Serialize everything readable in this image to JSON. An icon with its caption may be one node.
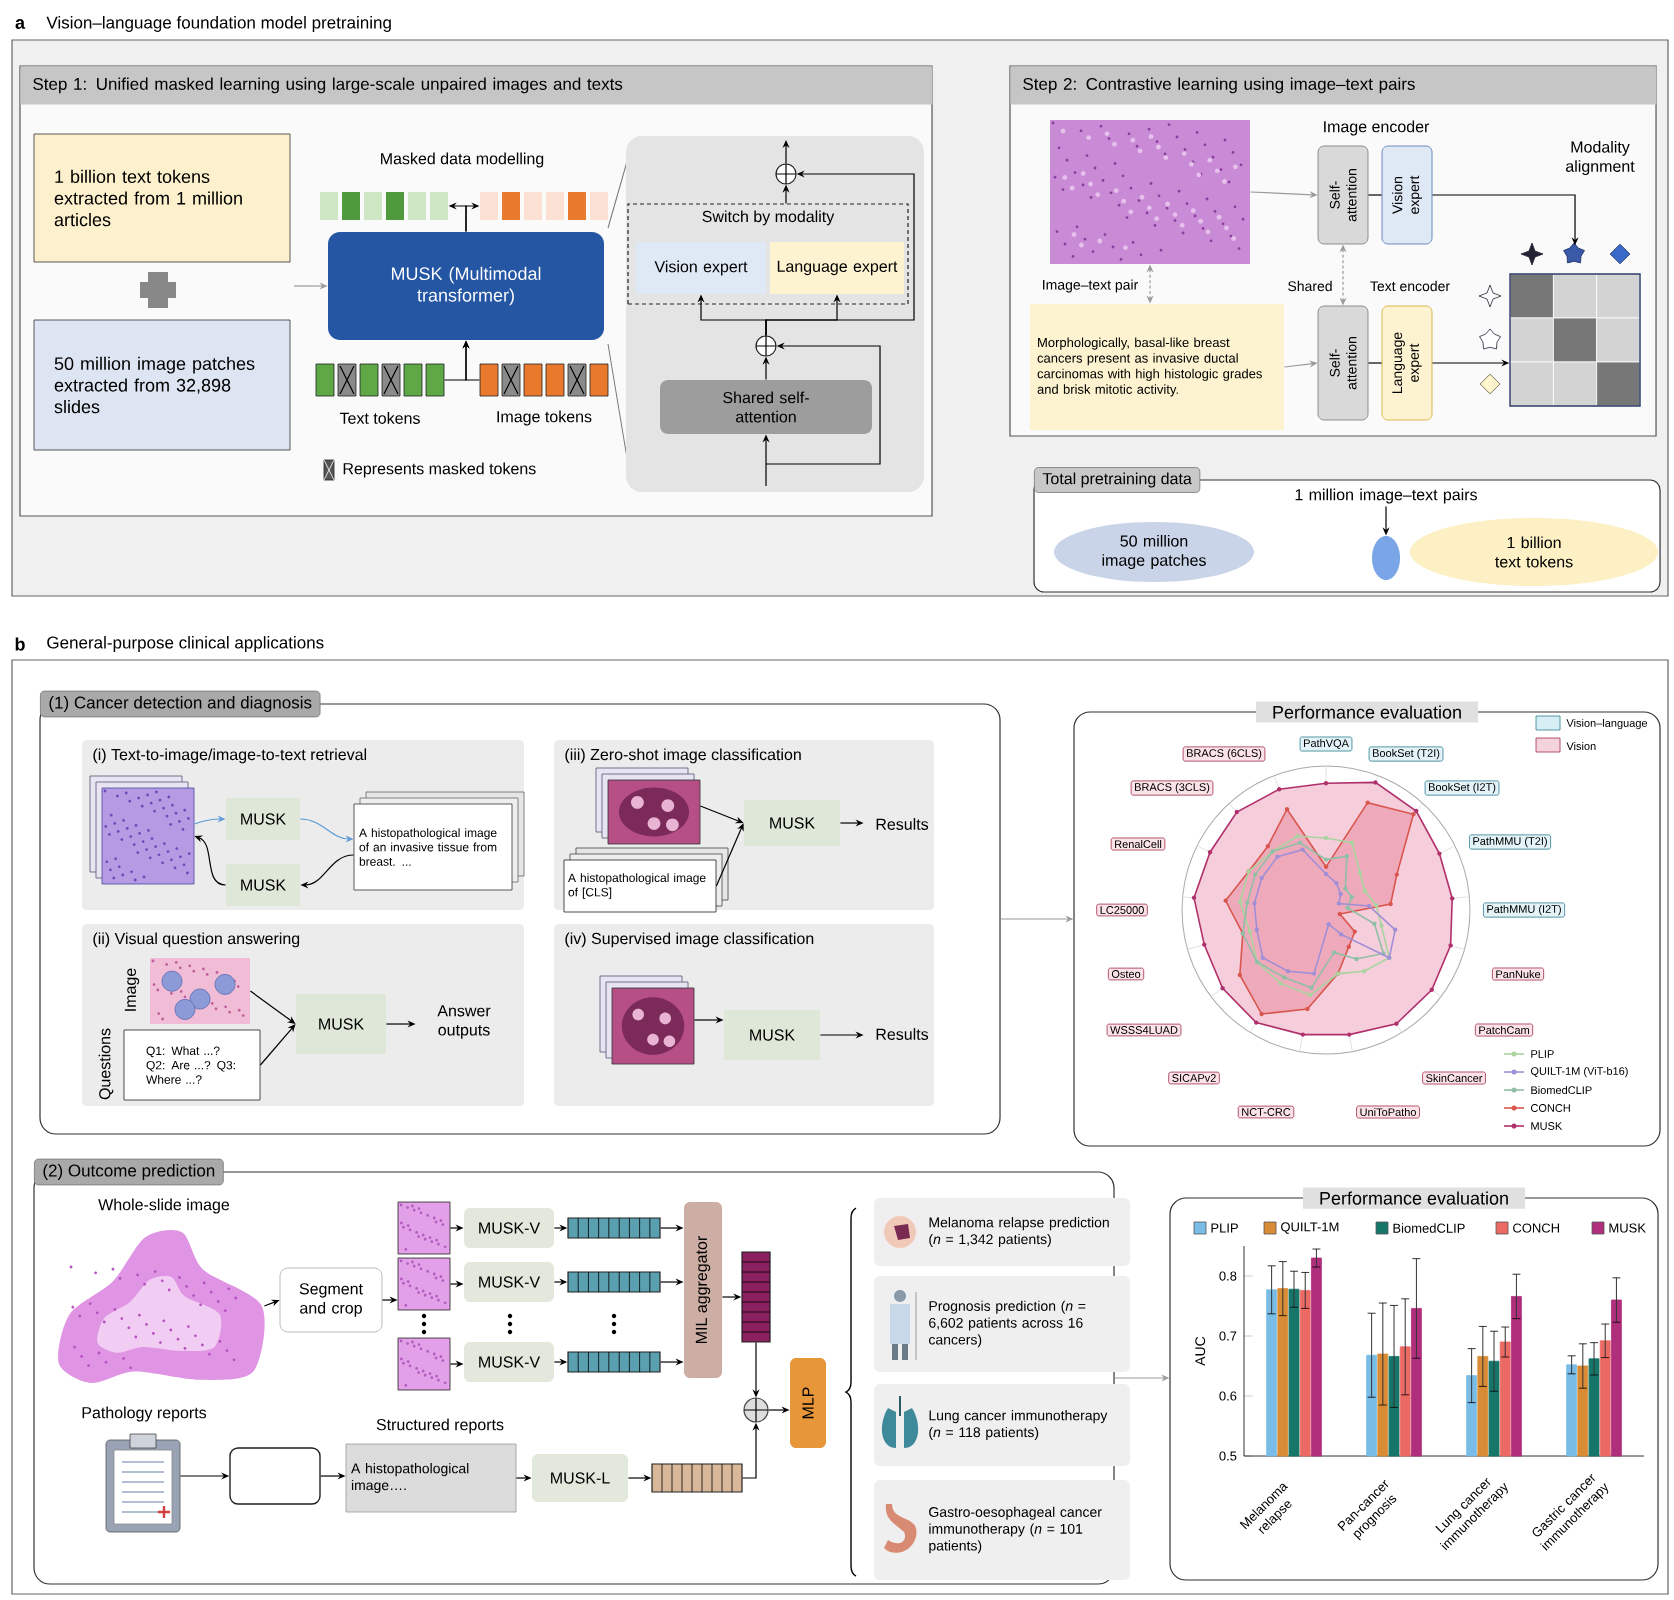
{
  "diagram": {
    "nodes": [
      {
        "text": [
          "Step 1: Unified masked learning using large-scale unpaired images and texts"
        ]
      },
      {
        "text": [
          "1 billion text tokens extracted from 1 million articles"
        ],
        "in": 0
      },
      {
        "text": [
          "50 million image patches extracted from 32,898 slides"
        ],
        "in": 0
      },
      {
        "text": [
          "MUSK (Multimodal transformer)"
        ],
        "in": 0
      },
      {
        "text": [],
        "shape": "box",
        "in": 0
      },
      {
        "text": [
          "Switch by modality"
        ],
        "in": 4
      },
      {
        "text": [
          "Vision expert"
        ],
        "in": 5
      },
      {
        "text": [
          "Language expert"
        ],
        "in": 5
      },
      {
        "text": [
          "Shared self-attention"
        ],
        "in": 4
      },
      {
        "text": [],
        "shape": "circle",
        "in": 4
      },
      {
        "text": [],
        "shape": "circle",
        "in": 4
      },
      {
        "text": [
          "Step 2: Contrastive learning using image–text pairs"
        ]
      },
      {
        "text": [],
        "shape": "picture",
        "in": 11
      },
      {
        "text": [
          "Self-attention"
        ],
        "in": 11
      },
      {
        "text": [
          "Vision expert"
        ],
        "in": 11
      },
      {
        "text": [
          "Morphologically, basal-like breast cancers present as invasive ductal carcinomas with high histologic grades and brisk mitotic activity."
        ],
        "in": 11
      },
      {
        "text": [
          "Self-attention"
        ],
        "in": 11
      },
      {
        "text": [
          "Language expert"
        ],
        "in": 11
      },
      {
        "text": [],
        "shape": "box",
        "in": 11
      },
      {
        "text": [
          "Total pretraining data"
        ]
      },
      {
        "text": [
          "50 million image patches"
        ],
        "in": 19
      },
      {
        "text": [
          "1 million image–text pairs"
        ],
        "in": 19
      },
      {
        "text": [],
        "shape": "circle",
        "in": 19
      },
      {
        "text": [
          "1 billion text tokens"
        ],
        "in": 19
      },
      {
        "text": [
          "(1) Cancer detection and diagnosis"
        ]
      },
      {
        "text": [
          "(i) Text-to-image/image-to-text retrieval"
        ],
        "in": 24
      },
      {
        "text": [],
        "shape": "picture",
        "in": 25
      },
      {
        "text": [
          "MUSK"
        ],
        "in": 25
      },
      {
        "text": [
          "MUSK"
        ],
        "in": 25
      },
      {
        "text": [
          "A histopathological image of an invasive tissue from breast. ..."
        ],
        "in": 25
      },
      {
        "text": [
          "(iii) Zero-shot image classification"
        ],
        "in": 24
      },
      {
        "text": [],
        "shape": "picture",
        "in": 30
      },
      {
        "text": [
          "A histopathological image of [CLS]"
        ],
        "in": 30
      },
      {
        "text": [
          "MUSK"
        ],
        "in": 30
      },
      {
        "text": [
          "Results"
        ],
        "in": 30
      },
      {
        "text": [
          "(ii) Visual question answering"
        ],
        "in": 24
      },
      {
        "text": [],
        "shape": "picture",
        "beside": [
          "Image"
        ],
        "in": 35
      },
      {
        "text": [
          "Q1: What ...? Q2: Are ...? Q3: Where ...?"
        ],
        "beside": [
          "Questions"
        ],
        "in": 35
      },
      {
        "text": [
          "MUSK"
        ],
        "in": 35
      },
      {
        "text": [
          "Answer outputs"
        ],
        "in": 35
      },
      {
        "text": [
          "(iv) Supervised image classification"
        ],
        "in": 24
      },
      {
        "text": [],
        "shape": "picture",
        "in": 40
      },
      {
        "text": [
          "MUSK"
        ],
        "in": 40
      },
      {
        "text": [
          "Results"
        ],
        "in": 40
      },
      {
        "text": [
          "Performance evaluation"
        ]
      },
      {
        "text": [
          "PathVQA"
        ],
        "in": 44
      },
      {
        "text": [
          "BookSet (T2I)"
        ],
        "in": 44
      },
      {
        "text": [
          "BookSet (I2T)"
        ],
        "in": 44
      },
      {
        "text": [
          "PathMMU (T2I)"
        ],
        "in": 44
      },
      {
        "text": [
          "PathMMU (I2T)"
        ],
        "in": 44
      },
      {
        "text": [
          "PanNuke"
        ],
        "in": 44
      },
      {
        "text": [
          "PatchCam"
        ],
        "in": 44
      },
      {
        "text": [
          "SkinCancer"
        ],
        "in": 44
      },
      {
        "text": [
          "UniToPatho"
        ],
        "in": 44
      },
      {
        "text": [
          "NCT-CRC"
        ],
        "in": 44
      },
      {
        "text": [
          "SICAPv2"
        ],
        "in": 44
      },
      {
        "text": [
          "WSSS4LUAD"
        ],
        "in": 44
      },
      {
        "text": [
          "Osteo"
        ],
        "in": 44
      },
      {
        "text": [
          "LC25000"
        ],
        "in": 44
      },
      {
        "text": [
          "RenalCell"
        ],
        "in": 44
      },
      {
        "text": [
          "BRACS (3CLS)"
        ],
        "in": 44
      },
      {
        "text": [
          "BRACS (6CLS)"
        ],
        "in": 44
      },
      {
        "text": [
          "(2) Outcome prediction"
        ]
      },
      {
        "text": [],
        "shape": "picture",
        "beside": [
          "Whole-slide image"
        ],
        "in": 62
      },
      {
        "text": [
          "Segment and crop"
        ],
        "in": 62
      },
      {
        "text": [],
        "shape": "picture",
        "in": 62
      },
      {
        "text": [],
        "shape": "picture",
        "in": 62
      },
      {
        "text": [],
        "shape": "picture",
        "in": 62
      },
      {
        "text": [
          "MUSK-V"
        ],
        "in": 62
      },
      {
        "text": [
          "MUSK-V"
        ],
        "in": 62
      },
      {
        "text": [
          "MUSK-V"
        ],
        "in": 62
      },
      {
        "text": [],
        "shape": "bar",
        "in": 62
      },
      {
        "text": [],
        "shape": "bar",
        "in": 62
      },
      {
        "text": [],
        "shape": "bar",
        "in": 62
      },
      {
        "text": [
          "MIL aggregator"
        ],
        "in": 62
      },
      {
        "text": [],
        "shape": "bar",
        "in": 62
      },
      {
        "text": [],
        "shape": "picture",
        "beside": [
          "Pathology reports"
        ],
        "in": 62
      },
      {
        "text": [],
        "shape": "box",
        "in": 62
      },
      {
        "text": [
          "A histopathological image…."
        ],
        "beside": [
          "Structured reports"
        ],
        "in": 62
      },
      {
        "text": [
          "MUSK-L"
        ],
        "in": 62
      },
      {
        "text": [],
        "shape": "bar",
        "in": 62
      },
      {
        "text": [],
        "shape": "circle",
        "in": 62
      },
      {
        "text": [
          "MLP"
        ],
        "in": 62
      },
      {
        "text": [
          "Melanoma relapse prediction (*n* = 1,342 patients)"
        ],
        "in": 62
      },
      {
        "text": [
          "Prognosis prediction (*n* = 6,602 patients across 16 cancers)"
        ],
        "in": 62
      },
      {
        "text": [
          "Lung cancer immunotherapy (*n* = 118 patients)"
        ],
        "in": 62
      },
      {
        "text": [
          "Gastro-oesophageal cancer immunotherapy (*n* = 101 patients)"
        ],
        "in": 62
      },
      {
        "text": [
          "Performance evaluation"
        ]
      },
      {
        "text": [],
        "shape": "bar",
        "in": 0
      },
      {
        "text": [],
        "shape": "bar",
        "in": 0
      },
      {
        "text": [],
        "shape": "bar",
        "in": 0
      },
      {
        "text": [],
        "shape": "bar",
        "in": 0
      }
    ],
    "edges": [
      {
        "from": null,
        "to": 3,
        "arrow": "to",
        "color": "#9a9a9a"
      },
      {
        "from": 90,
        "to": 3,
        "arrow": "to"
      },
      {
        "from": 3,
        "to": 88,
        "arrow": "to"
      },
      {
        "from": null,
        "to": 8,
        "arrow": "to"
      },
      {
        "from": 8,
        "to": 10,
        "arrow": "to"
      },
      {
        "from": null,
        "to": 10,
        "arrow": "to"
      },
      {
        "from": 10,
        "to": 6,
        "arrow": "to"
      },
      {
        "from": 10,
        "to": 7,
        "arrow": "to"
      },
      {
        "from": 5,
        "to": 9,
        "arrow": "to"
      },
      {
        "from": 10,
        "to": 9,
        "arrow": "to"
      },
      {
        "from": 9,
        "to": null,
        "arrow": "to"
      },
      {
        "from": 12,
        "to": 13,
        "arrow": "to",
        "color": "#9a9a9a"
      },
      {
        "from": 13,
        "to": 14,
        "arrow": "none"
      },
      {
        "from": 14,
        "to": 18,
        "arrow": "to"
      },
      {
        "from": 15,
        "to": 16,
        "arrow": "to",
        "color": "#9a9a9a"
      },
      {
        "from": 16,
        "to": 17,
        "arrow": "none"
      },
      {
        "from": 17,
        "to": 18,
        "arrow": "to"
      },
      {
        "from": 13,
        "to": 16,
        "arrow": "both",
        "style": "dashed",
        "color": "#9a9a9a",
        "label": "Shared"
      },
      {
        "from": 12,
        "to": 15,
        "arrow": "both",
        "style": "dashed",
        "color": "#9a9a9a",
        "label": "Image–text pair"
      },
      {
        "from": 21,
        "to": 22,
        "arrow": "to"
      },
      {
        "from": 24,
        "to": 44,
        "arrow": "to",
        "color": "#9a9a9a"
      },
      {
        "from": 26,
        "to": 27,
        "arrow": "to",
        "color": "#5b9bd5"
      },
      {
        "from": 27,
        "to": 29,
        "arrow": "to",
        "color": "#5b9bd5"
      },
      {
        "from": 29,
        "to": 28,
        "arrow": "to"
      },
      {
        "from": 28,
        "to": 26,
        "arrow": "to"
      },
      {
        "from": 31,
        "to": 33,
        "arrow": "to"
      },
      {
        "from": 32,
        "to": 33,
        "arrow": "to"
      },
      {
        "from": 33,
        "to": 34,
        "arrow": "to"
      },
      {
        "from": 36,
        "to": 38,
        "arrow": "to"
      },
      {
        "from": 37,
        "to": 38,
        "arrow": "to"
      },
      {
        "from": 38,
        "to": 39,
        "arrow": "to"
      },
      {
        "from": 41,
        "to": 42,
        "arrow": "to"
      },
      {
        "from": 42,
        "to": 43,
        "arrow": "to"
      },
      {
        "from": 63,
        "to": 64,
        "arrow": "to"
      },
      {
        "from": 64,
        "to": 66,
        "arrow": "to"
      },
      {
        "from": 65,
        "to": 68,
        "arrow": "to"
      },
      {
        "from": 66,
        "to": 69,
        "arrow": "to"
      },
      {
        "from": 67,
        "to": 70,
        "arrow": "to"
      },
      {
        "from": 68,
        "to": 71,
        "arrow": "to"
      },
      {
        "from": 69,
        "to": 72,
        "arrow": "to"
      },
      {
        "from": 70,
        "to": 73,
        "arrow": "to"
      },
      {
        "from": 71,
        "to": 74,
        "arrow": "to"
      },
      {
        "from": 72,
        "to": 74,
        "arrow": "to"
      },
      {
        "from": 73,
        "to": 74,
        "arrow": "to"
      },
      {
        "from": 74,
        "to": 75,
        "arrow": "to"
      },
      {
        "from": 75,
        "to": 81,
        "arrow": "to"
      },
      {
        "from": 76,
        "to": 77,
        "arrow": "to"
      },
      {
        "from": 77,
        "to": 78,
        "arrow": "to"
      },
      {
        "from": 78,
        "to": 79,
        "arrow": "to"
      },
      {
        "from": 79,
        "to": 80,
        "arrow": "to"
      },
      {
        "from": 80,
        "to": 81,
        "arrow": "to"
      },
      {
        "from": 81,
        "to": 82,
        "arrow": "to"
      },
      {
        "from": 62,
        "to": 87,
        "arrow": "to",
        "color": "#9a9a9a"
      },
      {
        "from": 91,
        "to": 3,
        "arrow": "to"
      },
      {
        "from": 3,
        "to": 89,
        "arrow": "to"
      }
    ],
    "labels": [
      "a",
      "Vision–language foundation model pretraining",
      "Masked data modelling",
      "Text tokens",
      "Image tokens",
      "Represents masked tokens",
      "Image encoder",
      "Modality alignment",
      "Text encoder",
      "b",
      "General-purpose clinical applications"
    ],
    "legend": [
      {
        "text": "Vision–language",
        "color": "#d6eef4"
      },
      {
        "text": "Vision",
        "color": "#f5d3dc"
      },
      {
        "text": "PLIP"
      },
      {
        "text": "QUILT-1M (ViT-b16)"
      },
      {
        "text": "BiomedCLIP"
      },
      {
        "text": "CONCH"
      },
      {
        "text": "MUSK"
      }
    ],
    "chart_data": {
      "type": "bar",
      "ylabel": "AUC",
      "categories": [
        "Melanoma relapse",
        "Pan-cancer prognosis",
        "Lung cancer immunotherapy",
        "Gastric cancer immunotherapy"
      ],
      "series": [
        {
          "name": "PLIP",
          "color": "#79bde6",
          "values": [
            0.777,
            0.668,
            0.634,
            0.652
          ],
          "errors": [
            0.04,
            0.07,
            0.045,
            0.015
          ]
        },
        {
          "name": "QUILT-1M",
          "color": "#d98c35",
          "values": [
            0.779,
            0.67,
            0.666,
            0.65
          ],
          "errors": [
            0.045,
            0.085,
            0.05,
            0.037
          ]
        },
        {
          "name": "BiomedCLIP",
          "color": "#17766a",
          "values": [
            0.778,
            0.666,
            0.658,
            0.662
          ],
          "errors": [
            0.03,
            0.085,
            0.05,
            0.027
          ]
        },
        {
          "name": "CONCH",
          "color": "#ec6a64",
          "values": [
            0.776,
            0.682,
            0.69,
            0.692
          ],
          "errors": [
            0.03,
            0.08,
            0.025,
            0.028
          ]
        },
        {
          "name": "MUSK",
          "color": "#b02f7c",
          "values": [
            0.83,
            0.746,
            0.766,
            0.76
          ],
          "errors": [
            0.015,
            0.083,
            0.037,
            0.037
          ]
        }
      ],
      "legend": "top",
      "ylim": [
        0.5,
        0.85
      ],
      "yticks": [
        0.5,
        0.6,
        0.7,
        0.8
      ]
    }
  }
}
